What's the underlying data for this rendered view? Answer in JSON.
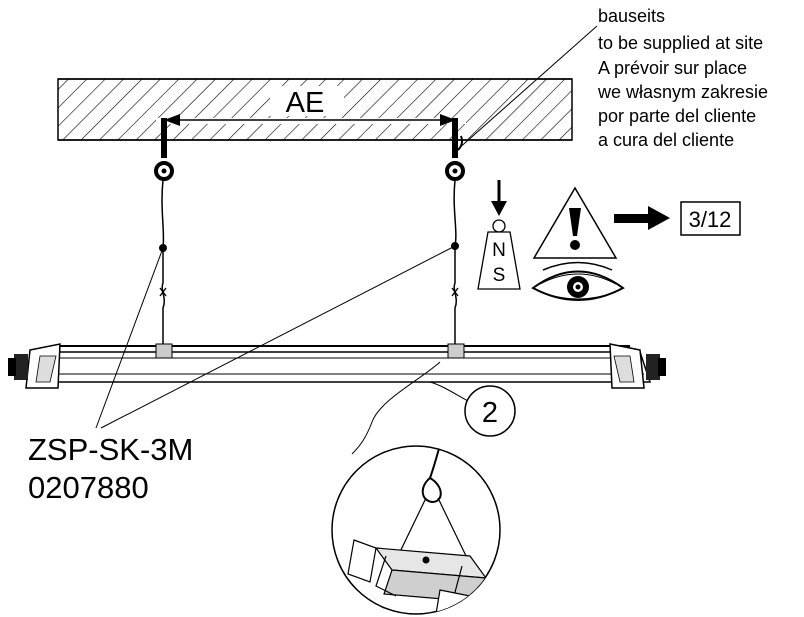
{
  "dimension_label": "AE",
  "site_supply_note": [
    "bauseits",
    "to be supplied at site",
    "A prévoir sur place",
    "we własnym zakresie",
    "por parte del cliente",
    "a cura del cliente"
  ],
  "magnet": {
    "north": "N",
    "south": "S"
  },
  "page_reference": "3/12",
  "detail_number": "2",
  "part": {
    "code": "ZSP-SK-3M",
    "number": "0207880"
  },
  "icons": [
    "ceiling-hatch",
    "ceiling-hook",
    "down-arrow",
    "magnet-weight",
    "warning-triangle",
    "right-arrow",
    "eye",
    "luminaire",
    "detail-magnifier"
  ]
}
